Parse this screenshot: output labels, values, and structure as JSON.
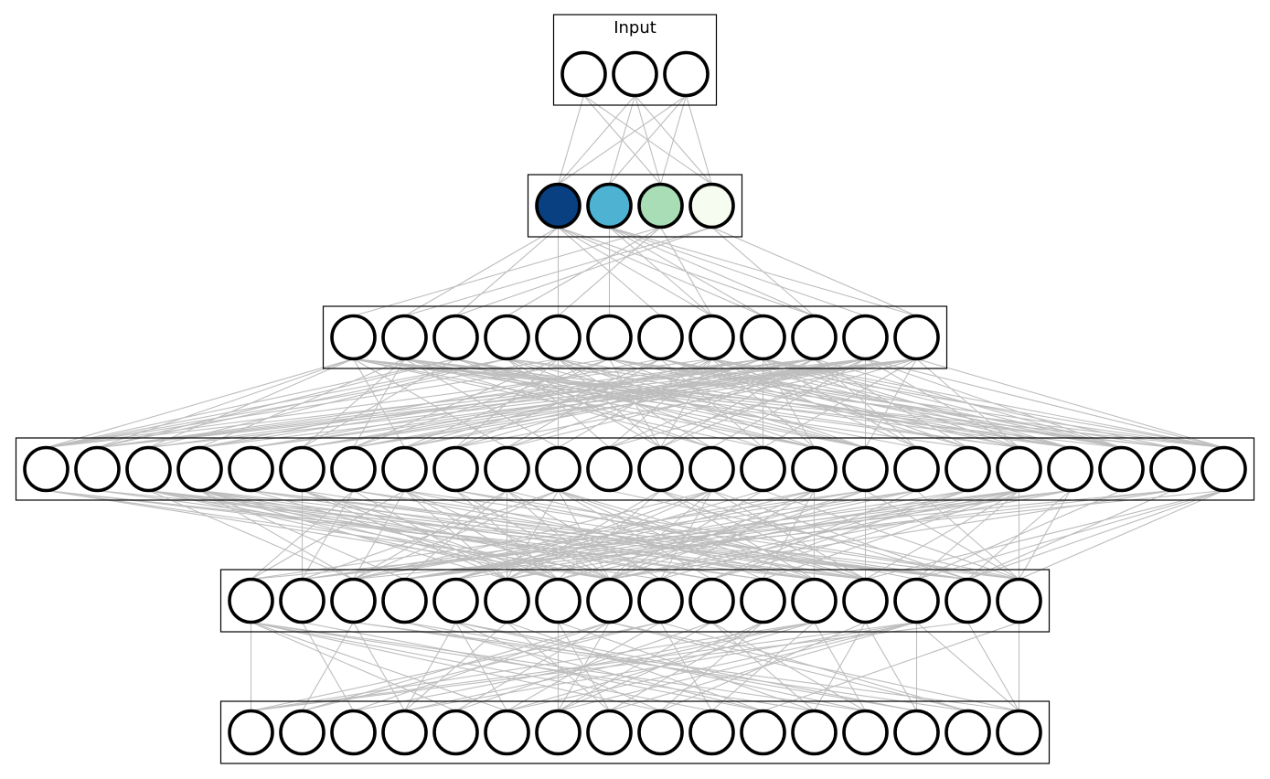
{
  "diagram": {
    "title": "",
    "layers": [
      {
        "name": "input",
        "label": "Input",
        "neurons": 3,
        "fills": [
          "#ffffff",
          "#ffffff",
          "#ffffff"
        ]
      },
      {
        "name": "hidden-1",
        "label": "",
        "neurons": 4,
        "fills": [
          "#084081",
          "#4eb3d3",
          "#a8ddb5",
          "#f7fcf0"
        ]
      },
      {
        "name": "hidden-2",
        "label": "",
        "neurons": 12,
        "fills": []
      },
      {
        "name": "hidden-3",
        "label": "",
        "neurons": 24,
        "fills": []
      },
      {
        "name": "hidden-4",
        "label": "",
        "neurons": 16,
        "fills": []
      },
      {
        "name": "output",
        "label": "",
        "neurons": 16,
        "fills": []
      }
    ],
    "colors": {
      "edge": "#bdbdbd",
      "neuron_stroke": "#000000",
      "neuron_default_fill": "#ffffff",
      "box_stroke": "#000000"
    }
  }
}
